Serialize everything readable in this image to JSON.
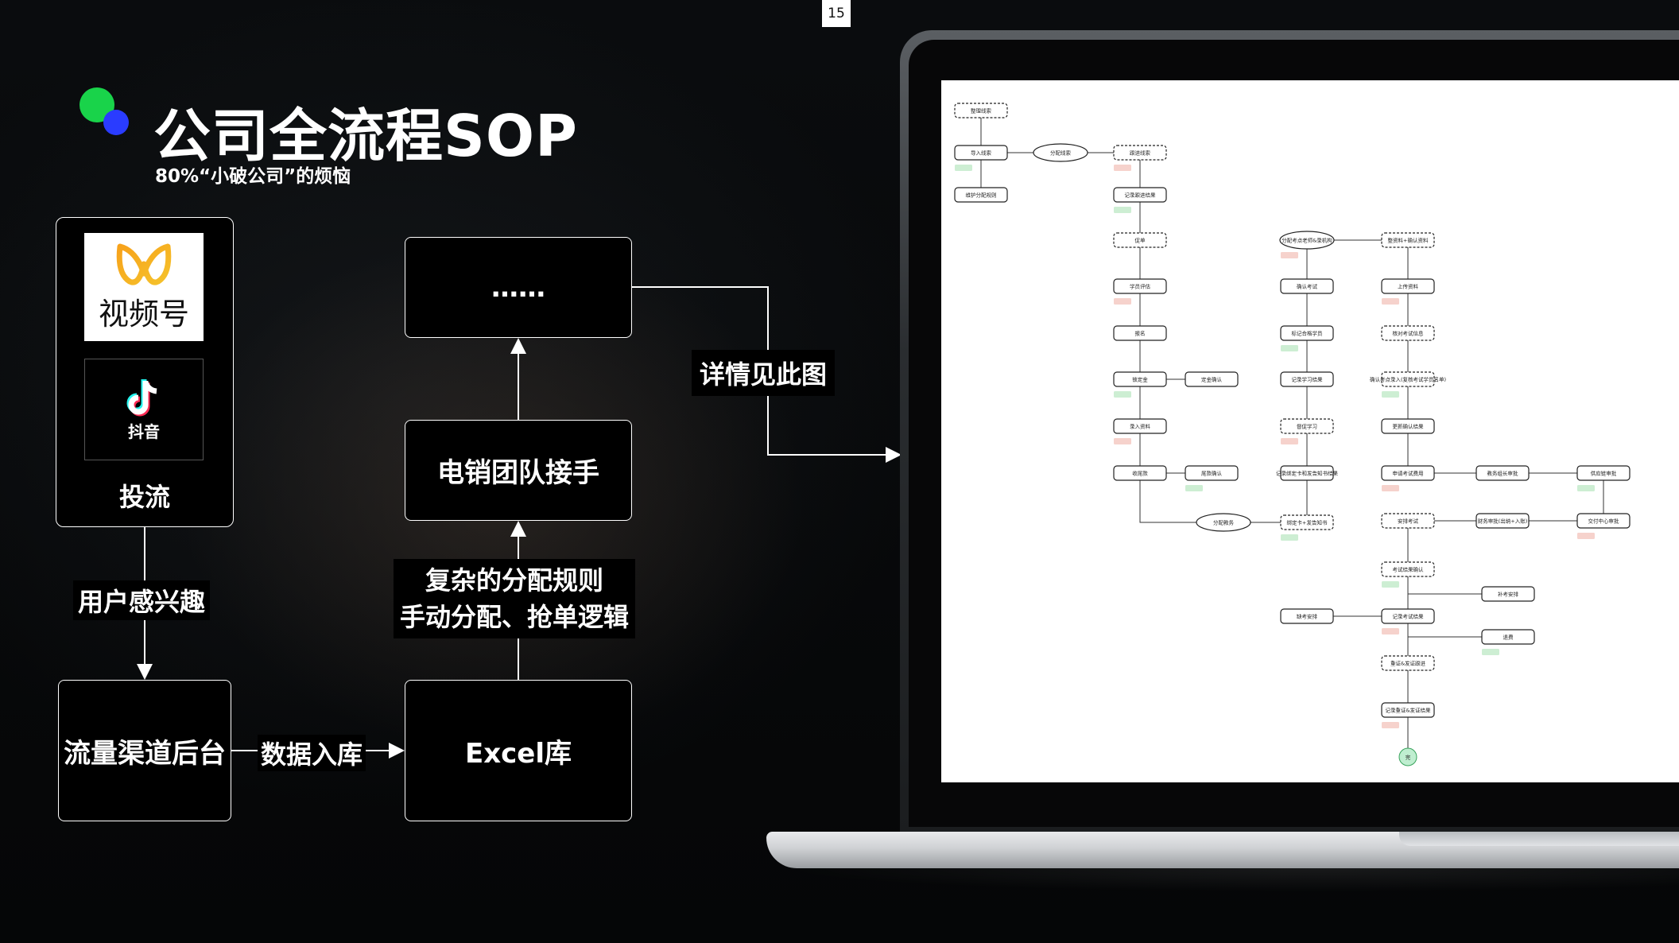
{
  "page_number": "15",
  "title": "公司全流程SOP",
  "subtitle": "80%“小破公司”的烦恼",
  "sources": {
    "weixin_name": "视频号",
    "douyin_name": "抖音",
    "caption": "投流"
  },
  "labels": {
    "interest": "用户感兴趣",
    "channel_backend": "流量渠道后台",
    "data_entry": "数据入库",
    "excel": "Excel库",
    "rules_line1": "复杂的分配规则",
    "rules_line2": "手动分配、抢单逻辑",
    "team": "电销团队接手",
    "more": "……",
    "detail": "详情见此图"
  },
  "flowchart_nodes": [
    "整理线索",
    "导入线索",
    "分配线索",
    "跟进线索",
    "维护分配规则",
    "记录跟进结果",
    "促单",
    "学员评估",
    "报名",
    "锁定金",
    "定金确认",
    "录入资料",
    "收尾款",
    "尾款确认",
    "分配教务",
    "分配考点老师&录机构",
    "确认考试",
    "标记合格学员",
    "记录学习结果",
    "督促学习",
    "记录绑定卡和发告知书结果",
    "绑定卡+发告知书",
    "整资料+确认资料",
    "上传资料",
    "核对考试信息",
    "确认考点录入(复核考试学员名单)",
    "更新确认结果",
    "申请考试费用",
    "教务组长审批",
    "供应链审批",
    "财务审批(出纳+入账)",
    "交付中心审批",
    "安排考试",
    "考试结果确认",
    "补考安排",
    "记录考试结果",
    "缺考安排",
    "退费",
    "重证&发证跟进",
    "记录重证&发证结果",
    "完"
  ],
  "colors": {
    "accent_green": "#19d34a",
    "accent_blue": "#2a3cff",
    "tag_yellow": "#fbe6a6",
    "tag_green": "#cdeed3",
    "tag_blue": "#d6dcf6",
    "tag_pink": "#f6d2cc"
  },
  "icons": [
    "weixin-channels-logo",
    "douyin-logo",
    "arrow-right",
    "arrow-up",
    "arrow-down"
  ]
}
